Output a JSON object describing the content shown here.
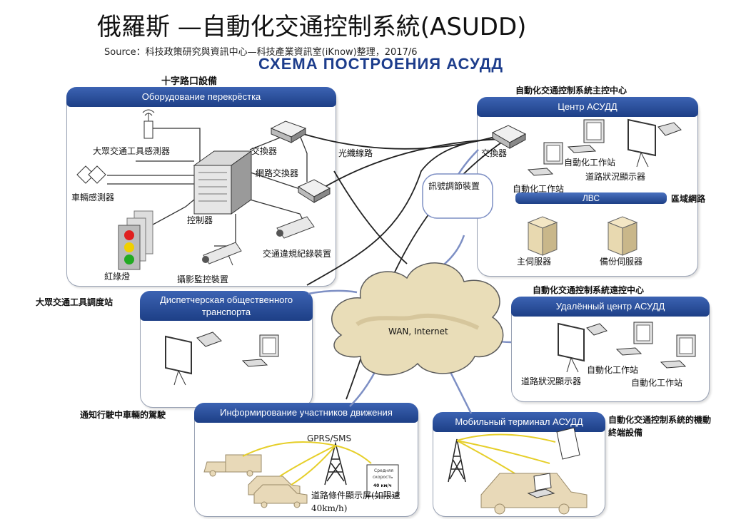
{
  "title": "俄羅斯 —自動化交通控制系統(ASUDD)",
  "source": "Source：科技政策研究與資訊中心—科技產業資訊室(iKnow)整理，2017/6",
  "schema_title": "СХЕМА ПОСТРОЕНИЯ АСУДД",
  "intersection": {
    "caption": "十字路口設備",
    "header": "Оборудование перекрёстка",
    "public_transport_sensor": "大眾交通工具感測器",
    "vehicle_detector": "車輛感測器",
    "switch": "交換器",
    "network_switch": "網路交換器",
    "controller": "控制器",
    "traffic_light": "紅綠燈",
    "camera": "攝影監控裝置",
    "violation_recorder": "交通違規紀錄裝置"
  },
  "fiber": "光纖線路",
  "signal_adjuster": "訊號調節裝置",
  "center": {
    "caption": "自動化交通控制系統主控中心",
    "header": "Центр АСУДД",
    "switch": "交換器",
    "workstation_a": "自動化工作站",
    "road_display": "道路狀況顯示器",
    "workstation_b": "自動化工作站",
    "lan": "ЛВС",
    "lan_zh": "區域網路",
    "main_server": "主伺服器",
    "backup_server": "備份伺服器"
  },
  "dispatch": {
    "caption": "大眾交通工具調度站",
    "header": "Диспетчерская общественного транспорта"
  },
  "wan": "WAN, Internet",
  "remote": {
    "caption": "自動化交通控制系統遠控中心",
    "header": "Удалённый центр АСУДД",
    "road_display": "道路狀況顯示器",
    "workstation_a": "自動化工作站",
    "workstation_b": "自動化工作站"
  },
  "inform": {
    "caption": "通知行駛中車輛的駕駛",
    "header": "Информирование участников движения",
    "gprs": "GPRS/SMS",
    "sign_line1": "Средняя",
    "sign_line2": "скорость",
    "sign_line3": "40 км/ч",
    "display": "道路條件顯示屏(如限速40km/h)"
  },
  "mobile": {
    "caption": "自動化交通控制系統的機動終端設備",
    "header": "Мобильный терминал АСУДД"
  }
}
